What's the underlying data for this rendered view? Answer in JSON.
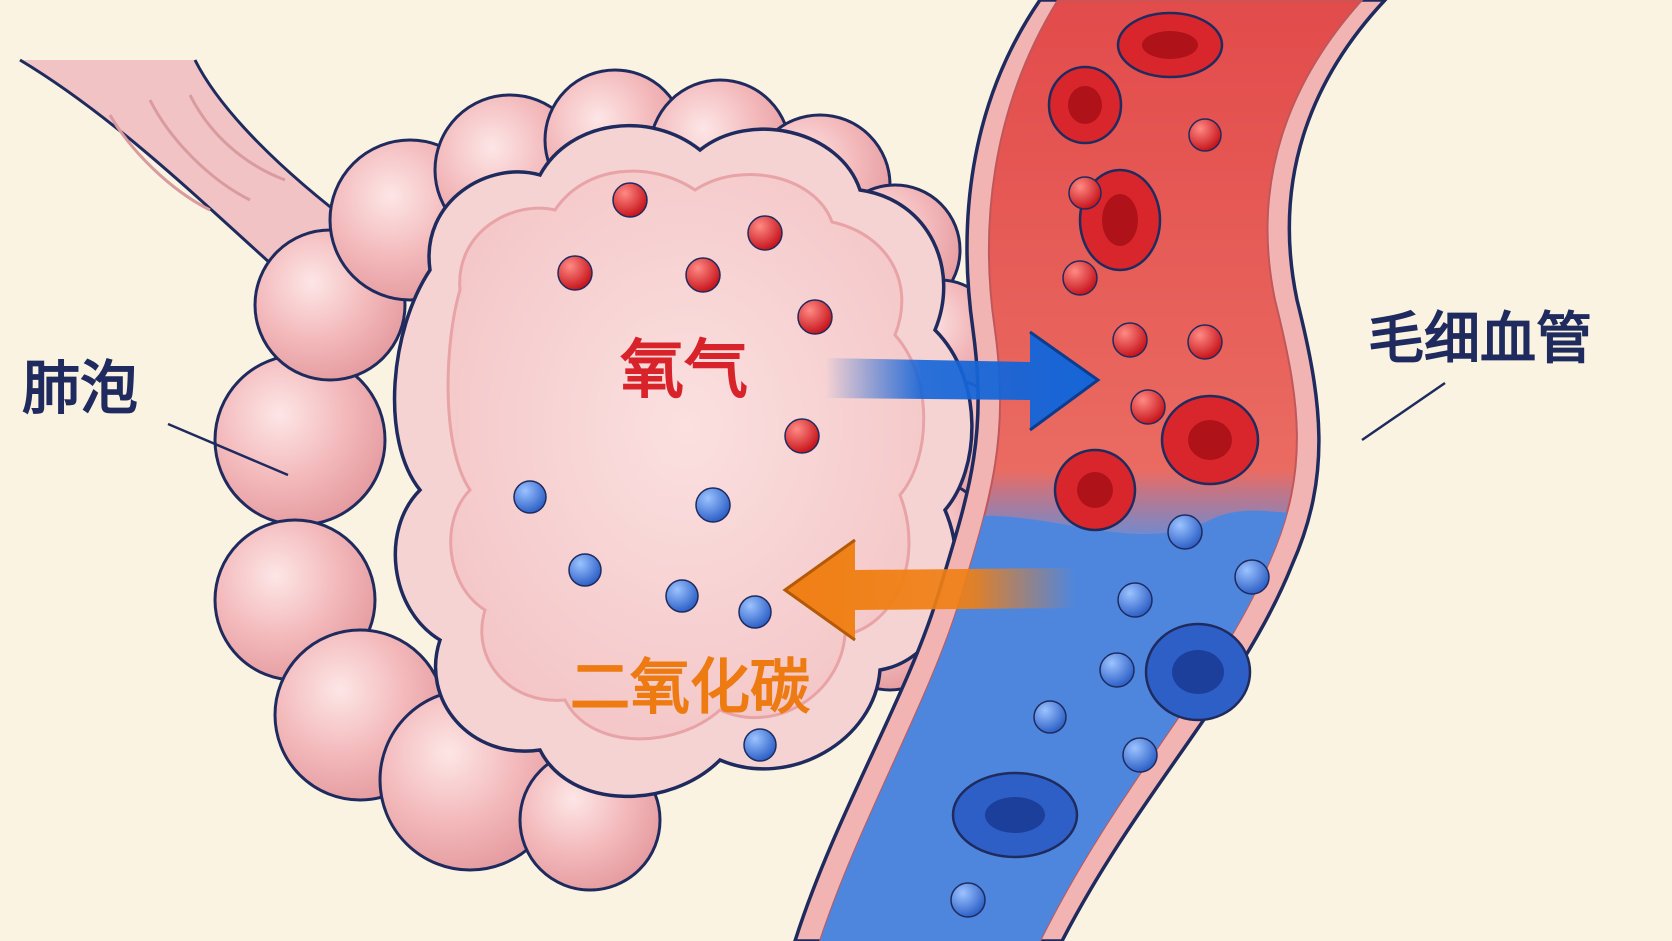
{
  "labels": {
    "alveolus": "肺泡",
    "capillary": "毛细血管",
    "oxygen": "氧气",
    "co2": "二氧化碳"
  },
  "colors": {
    "background": "#fbf3e1",
    "alveolus_fill": "#f7cfcf",
    "outline": "#1f2b5e",
    "oxygen": "#d8232a",
    "co2": "#ee7a12",
    "oxygenated_blood": "#e65656",
    "deoxygenated_blood": "#4f86dd",
    "arrow_blue": "#1565d8",
    "arrow_orange": "#f07f14"
  },
  "icons": {
    "oxygen_molecule": "red-dot-icon",
    "co2_molecule": "blue-dot-icon",
    "red_blood_cell": "red-blood-cell-icon",
    "blue_blood_cell": "blue-blood-cell-icon"
  }
}
